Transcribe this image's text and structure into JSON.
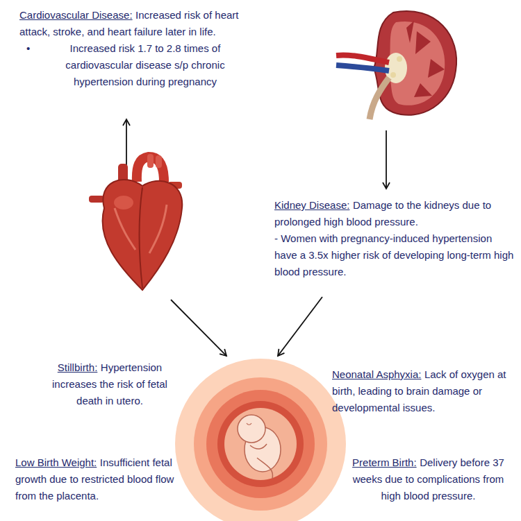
{
  "diagram": {
    "nodes": [
      {
        "text": [
          "Cardiovascular Disease:",
          "Increased risk of heart attack, stroke, and heart failure later in life.",
          "•",
          "Increased risk 1.7 to 2.8 times of cardiovascular disease s/p chronic hypertension during pregnancy"
        ]
      },
      {
        "text": [
          "Kidney Disease:",
          "Damage to the kidneys due to prolonged high blood pressure.",
          "- Women with pregnancy-induced hypertension have a 3.5x higher risk of developing long-term high blood pressure."
        ]
      },
      {
        "text": [
          "Stillbirth:",
          "Hypertension increases the risk of fetal death in utero."
        ]
      },
      {
        "text": [
          "Neonatal Asphyxia:",
          "Lack of oxygen at birth, leading to brain damage or developmental issues."
        ]
      },
      {
        "text": [
          "Low Birth Weight:",
          "Insufficient fetal growth due to restricted blood flow from the placenta."
        ]
      },
      {
        "text": [
          "Preterm Birth:",
          "Delivery before 37 weeks due to complications from high blood pressure."
        ]
      }
    ]
  }
}
